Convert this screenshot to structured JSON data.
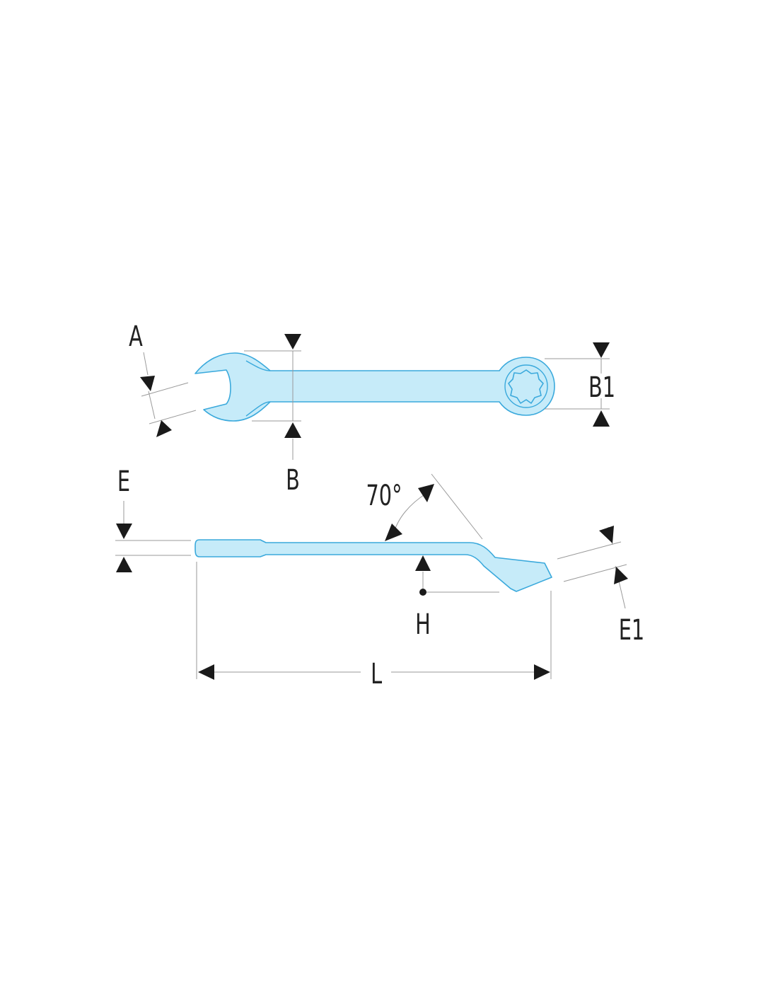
{
  "labels": {
    "a": "A",
    "b": "B",
    "b1": "B1",
    "e": "E",
    "e1": "E1",
    "h": "H",
    "l": "L",
    "angle": "70°"
  },
  "colors": {
    "tool_fill": "#c6ebf9",
    "tool_outline": "#3aa9dc",
    "dimension_ink": "#1a1a1a",
    "extension_line": "#9a9a9a"
  },
  "icons": {
    "top_view": "combination-wrench-top-view",
    "side_view": "offset-combination-wrench-side-view",
    "arrowhead": "solid-triangle-arrowhead"
  }
}
